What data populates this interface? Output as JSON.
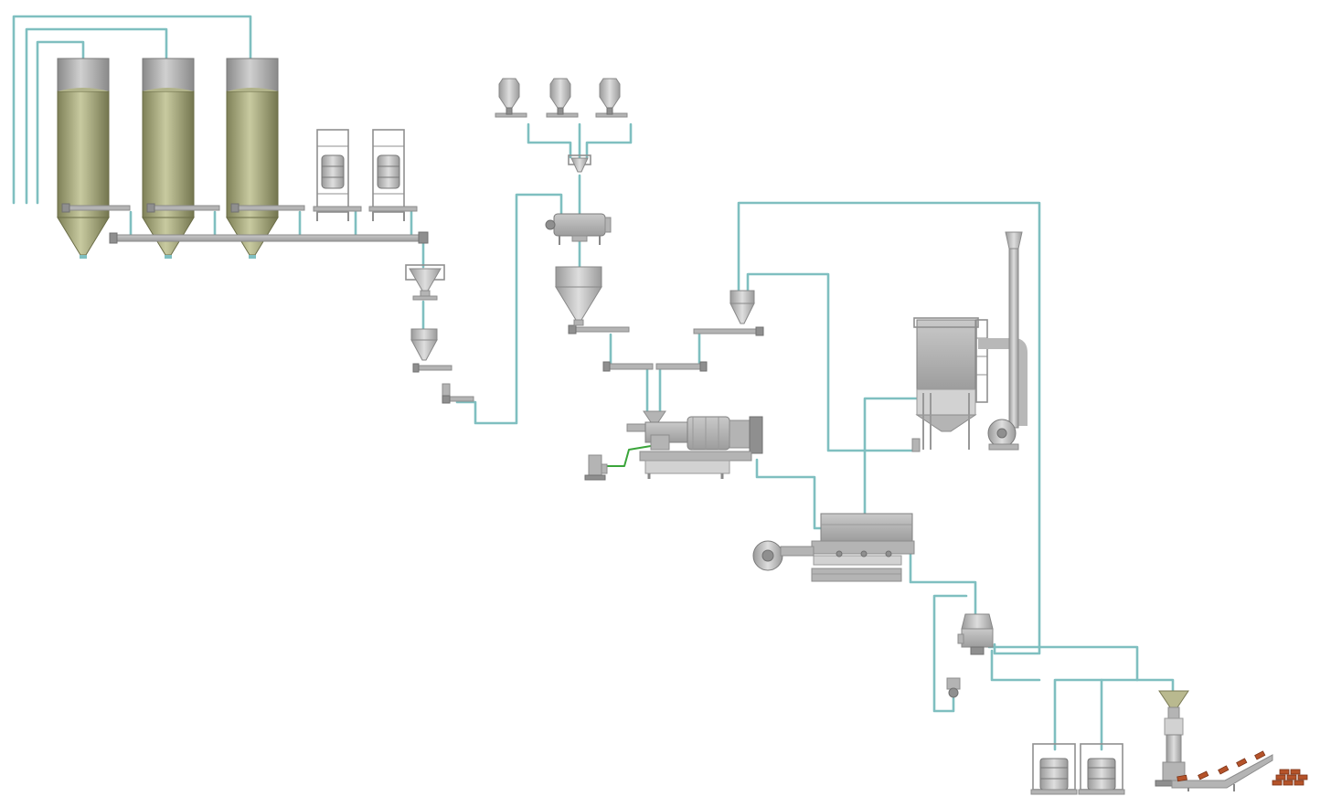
{
  "diagram": {
    "colors": {
      "background": "#ffffff",
      "pipe": "#7fbfc0",
      "water_line": "#3aa53a",
      "equipment": "#b4b4b4",
      "silo_fill": "#a7a97c",
      "silo_top": "#a9a9a9",
      "product_box": "#b5532a"
    },
    "equipment": [
      {
        "id": "silo-1",
        "icon": "silo-icon"
      },
      {
        "id": "silo-2",
        "icon": "silo-icon"
      },
      {
        "id": "silo-3",
        "icon": "silo-icon"
      },
      {
        "id": "bigbag-station-1",
        "icon": "big-bag-unloader-icon"
      },
      {
        "id": "bigbag-station-2",
        "icon": "big-bag-unloader-icon"
      },
      {
        "id": "collecting-conveyor",
        "icon": "screw-conveyor-icon"
      },
      {
        "id": "weigh-hopper",
        "icon": "hopper-icon"
      },
      {
        "id": "intermediate-hopper",
        "icon": "hopper-icon"
      },
      {
        "id": "micro-ingredient-bins",
        "icon": "bin-icon"
      },
      {
        "id": "mixer",
        "icon": "mixer-icon"
      },
      {
        "id": "mixer-surge-hopper",
        "icon": "hopper-icon"
      },
      {
        "id": "recycle-hopper",
        "icon": "hopper-icon"
      },
      {
        "id": "extruder",
        "icon": "extruder-icon"
      },
      {
        "id": "water-dosing-unit",
        "icon": "pump-icon"
      },
      {
        "id": "dryer",
        "icon": "dryer-icon"
      },
      {
        "id": "dryer-fan",
        "icon": "fan-icon"
      },
      {
        "id": "cyclone-filter",
        "icon": "filter-icon"
      },
      {
        "id": "exhaust-stack",
        "icon": "stack-icon"
      },
      {
        "id": "exhaust-fan",
        "icon": "fan-icon"
      },
      {
        "id": "sifter-cooler",
        "icon": "cyclone-icon"
      },
      {
        "id": "rotary-valve",
        "icon": "valve-icon"
      },
      {
        "id": "bigbag-filling-1",
        "icon": "big-bag-filler-icon"
      },
      {
        "id": "bigbag-filling-2",
        "icon": "big-bag-filler-icon"
      },
      {
        "id": "bag-filling-line",
        "icon": "bagging-icon"
      },
      {
        "id": "bag-conveyor",
        "icon": "belt-conveyor-icon"
      },
      {
        "id": "filled-bags",
        "icon": "bag-stack-icon"
      }
    ]
  }
}
